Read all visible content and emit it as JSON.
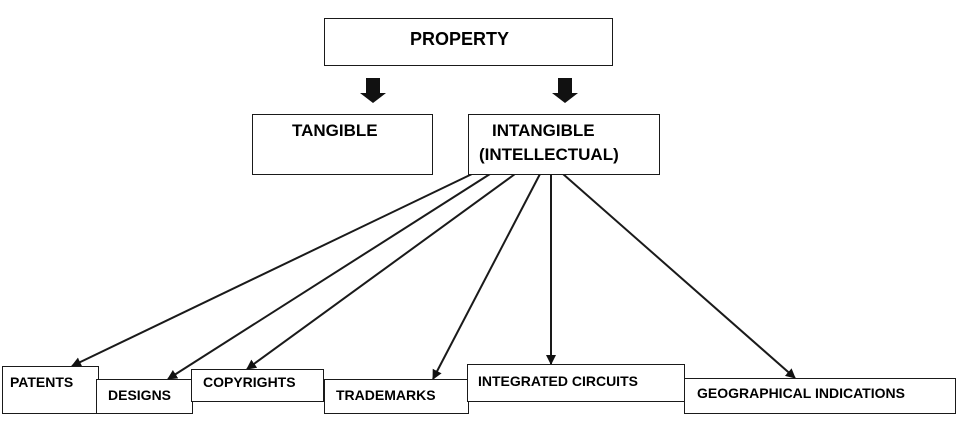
{
  "diagram": {
    "root": {
      "label": "PROPERTY"
    },
    "level1": {
      "tangible": {
        "label": "TANGIBLE"
      },
      "intangible": {
        "line1": "INTANGIBLE",
        "line2": "(INTELLECTUAL)"
      }
    },
    "leaves": [
      {
        "label": "PATENTS"
      },
      {
        "label": "DESIGNS"
      },
      {
        "label": "COPYRIGHTS"
      },
      {
        "label": "TRADEMARKS"
      },
      {
        "label": "INTEGRATED CIRCUITS"
      },
      {
        "label": "GEOGRAPHICAL INDICATIONS"
      }
    ]
  },
  "colors": {
    "stroke": "#1a1a1a",
    "arrow_fill": "#111111",
    "background": "#ffffff"
  }
}
